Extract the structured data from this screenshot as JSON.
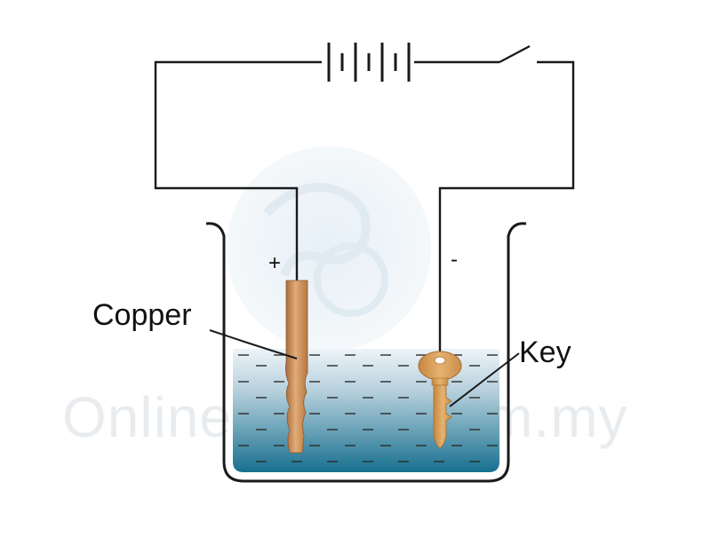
{
  "labels": {
    "copper": "Copper",
    "key": "Key",
    "anode_sign": "+",
    "cathode_sign": "-"
  },
  "watermark": {
    "text": "OnlineTuition.com.my"
  },
  "colors": {
    "wire": "#1a1a1a",
    "electrolyte_top": "#e6eff5",
    "electrolyte_bottom": "#1a6f8c",
    "copper": "#c98f55",
    "key": "#d39b55",
    "beaker": "#1a1a1a"
  }
}
